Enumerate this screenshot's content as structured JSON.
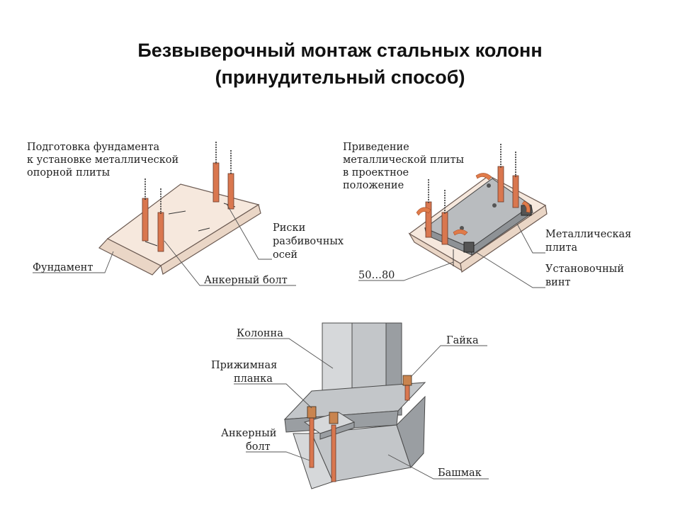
{
  "title": {
    "line1": "Безвыверочный монтаж стальных колонн",
    "line2": "(принудительный способ)"
  },
  "panel1": {
    "caption_line1": "Подготовка фундамента",
    "caption_line2": "к установке металлической",
    "caption_line3": "опорной плиты",
    "foundation": "Фундамент",
    "anchor_bolt": "Анкерный болт",
    "marks_line1": "Риски",
    "marks_line2": "разбивочных",
    "marks_line3": "осей"
  },
  "panel2": {
    "caption_line1": "Приведение",
    "caption_line2": "металлической плиты",
    "caption_line3": "в проектное",
    "caption_line4": "положение",
    "plate_line1": "Металлическая",
    "plate_line2": "плита",
    "screw_line1": "Установочный",
    "screw_line2": "винт",
    "dimension": "50…80"
  },
  "panel3": {
    "column": "Колонна",
    "nut": "Гайка",
    "clamp_line1": "Прижимная",
    "clamp_line2": "планка",
    "anchor_line1": "Анкерный",
    "anchor_line2": "болт",
    "shoe": "Башмак"
  },
  "colors": {
    "bolt": "#d9774f",
    "foundation": "#f6e8dd",
    "steel": "#c3c6c9"
  }
}
